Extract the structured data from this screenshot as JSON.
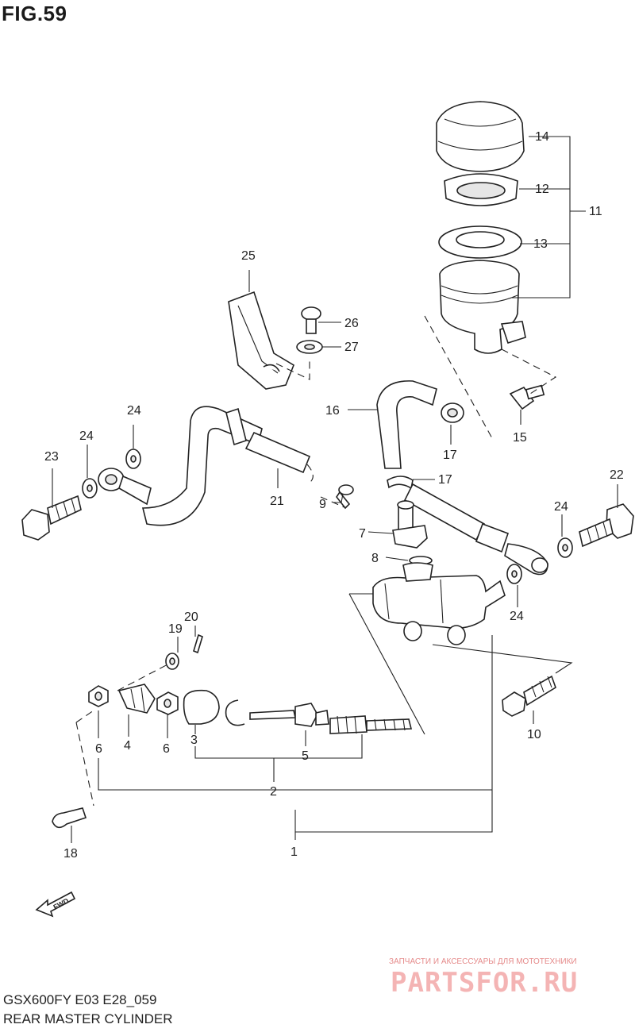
{
  "figure": {
    "title": "FIG.59"
  },
  "footer": {
    "model": "GSX600FY E03 E28_059",
    "name": "REAR MASTER CYLINDER"
  },
  "fwd_label": "FWD",
  "watermark": {
    "top_line": "ЗАПЧАСТИ И АКСЕССУАРЫ ДЛЯ МОТОТЕХНИКИ",
    "brand": "PARTSFOR.RU"
  },
  "callouts": {
    "p1": "1",
    "p2": "2",
    "p3": "3",
    "p4": "4",
    "p5": "5",
    "p6a": "6",
    "p6b": "6",
    "p7": "7",
    "p8": "8",
    "p9": "9",
    "p10": "10",
    "p11": "11",
    "p12": "12",
    "p13": "13",
    "p14": "14",
    "p15": "15",
    "p16": "16",
    "p17a": "17",
    "p17b": "17",
    "p18": "18",
    "p19": "19",
    "p20": "20",
    "p21": "21",
    "p22": "22",
    "p23": "23",
    "p24a": "24",
    "p24b": "24",
    "p24c": "24",
    "p24d": "24",
    "p25": "25",
    "p26": "26",
    "p27": "27"
  }
}
